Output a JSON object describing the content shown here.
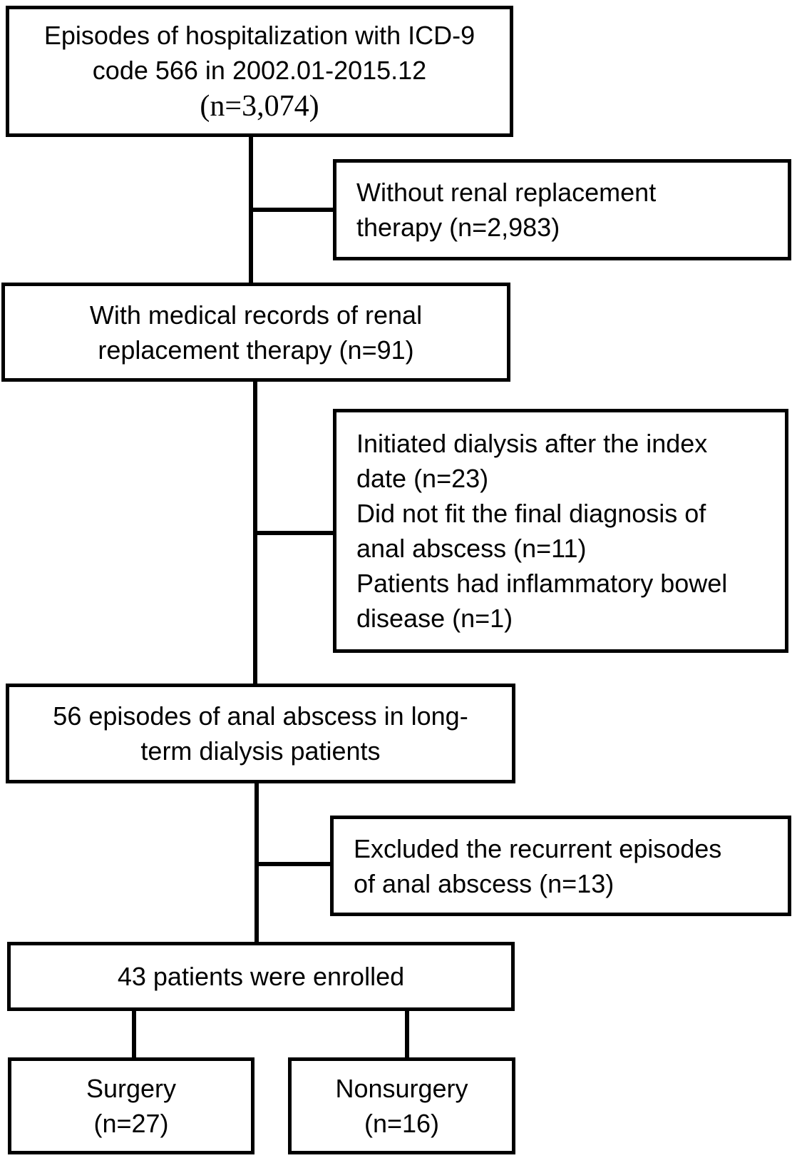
{
  "figure": {
    "background_color": "#ffffff",
    "line_color": "#000000",
    "text_color": "#000000"
  },
  "boxes": {
    "hospitalization": {
      "line1": "Episodes of hospitalization with ICD-9",
      "line2": "code 566 in 2002.01-2015.12",
      "line3": "(n=3,074)"
    },
    "without_rrt": {
      "line1": "Without renal replacement",
      "line2": "therapy (n=2,983)"
    },
    "with_rrt": {
      "line1": "With medical records of renal",
      "line2": "replacement therapy (n=91)"
    },
    "exclusions": {
      "line1": "Initiated dialysis after the index",
      "line2": "date (n=23)",
      "line3": "Did not fit the final diagnosis of",
      "line4": "anal abscess (n=11)",
      "line5": "Patients had inflammatory bowel",
      "line6": "disease (n=1)"
    },
    "episodes": {
      "line1": "56 episodes of anal abscess in long-",
      "line2": "term dialysis patients"
    },
    "recurrent_excluded": {
      "line1": "Excluded the recurrent episodes",
      "line2": "of anal abscess (n=13)"
    },
    "enrolled": {
      "line1": "43 patients were enrolled"
    },
    "surgery": {
      "line1": "Surgery",
      "line2": "(n=27)"
    },
    "nonsurgery": {
      "line1": "Nonsurgery",
      "line2": "(n=16)"
    }
  }
}
